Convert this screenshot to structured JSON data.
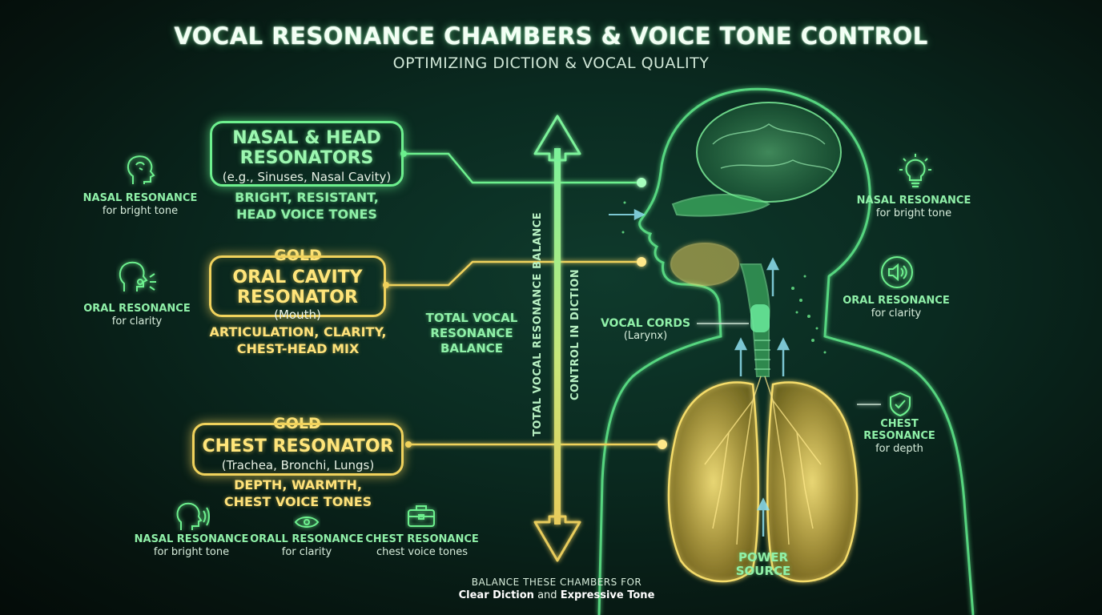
{
  "header": {
    "title": "VOCAL RESONANCE CHAMBERS & VOICE TONE CONTROL",
    "subtitle": "OPTIMIZING DICTION & VOCAL QUALITY"
  },
  "nasal_box": {
    "title_line1": "NASAL & HEAD",
    "title_line2": "RESONATORS",
    "sub": "(e.g., Sinuses, Nasal Cavity)",
    "desc_line1": "BRIGHT, RESISTANT,",
    "desc_line2": "HEAD VOICE TONES"
  },
  "oral_box": {
    "label": "GOLD",
    "title_line1": "ORAL CAVITY",
    "title_line2": "RESONATOR",
    "sub": "(Mouth)",
    "desc_line1": "ARTICULATION, CLARITY,",
    "desc_line2": "CHEST-HEAD MIX"
  },
  "chest_box": {
    "label": "GOLD",
    "title": "CHEST RESONATOR",
    "sub": "(Trachea, Bronchi, Lungs)",
    "desc_line1": "DEPTH, WARMTH,",
    "desc_line2": "CHEST VOICE TONES"
  },
  "left_icons": [
    {
      "title": "NASAL RESONANCE",
      "sub": "for bright tone",
      "icon": "head-profile-icon"
    },
    {
      "title": "ORAL RESONANCE",
      "sub": "for clarity",
      "icon": "mouth-speaking-icon"
    }
  ],
  "bottom_icons": [
    {
      "title": "NASAL RESONANCE",
      "sub": "for bright tone",
      "icon": "speaking-head-icon"
    },
    {
      "title": "ORALL RESONANCE",
      "sub": "for clarity",
      "icon": "eye-icon"
    },
    {
      "title": "CHEST RESONANCE",
      "sub": "chest voice tones",
      "icon": "briefcase-icon"
    }
  ],
  "right_icons": [
    {
      "title": "NASAL RESONANCE",
      "sub": "for bright tone",
      "icon": "lightbulb-icon"
    },
    {
      "title": "ORAL RESONANCE",
      "sub": "for clarity",
      "icon": "speaker-icon"
    },
    {
      "title_line1": "CHEST",
      "title_line2": "RESONANCE",
      "sub": "for depth",
      "icon": "shield-check-icon"
    }
  ],
  "center": {
    "balance_line1": "TOTAL VOCAL",
    "balance_line2": "RESONANCE",
    "balance_line3": "BALANCE",
    "vertical_left": "TOTAL VOCAL RESONANCE BALANCE",
    "vertical_right": "CONTROL IN DICTION"
  },
  "anatomy": {
    "vocal_cords": "VOCAL CORDS",
    "larynx": "(Larynx)",
    "power_line1": "POWER",
    "power_line2": "SOURCE"
  },
  "footer": {
    "line1": "BALANCE THESE CHAMBERS FOR",
    "bold1": "Clear Diction",
    "mid": " and ",
    "bold2": "Expressive Tone"
  },
  "colors": {
    "green": "#6df08e",
    "gold": "#f0d25c",
    "background": "#0a2a20"
  }
}
